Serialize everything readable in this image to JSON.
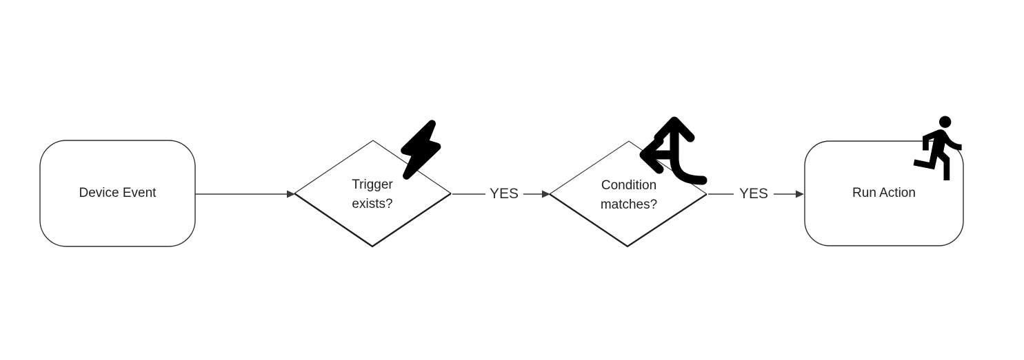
{
  "flowchart": {
    "nodes": [
      {
        "id": "device-event",
        "shape": "rounded-rectangle",
        "label": "Device Event"
      },
      {
        "id": "trigger-exists",
        "shape": "decision-diamond",
        "label": "Trigger exists?",
        "icon": "lightning-bolt-icon"
      },
      {
        "id": "condition-matches",
        "shape": "decision-diamond",
        "label": "Condition matches?",
        "icon": "directions-split-icon"
      },
      {
        "id": "run-action",
        "shape": "rounded-rectangle",
        "label": "Run Action",
        "icon": "running-person-icon"
      }
    ],
    "edges": [
      {
        "from": "device-event",
        "to": "trigger-exists",
        "label": ""
      },
      {
        "from": "trigger-exists",
        "to": "condition-matches",
        "label": "YES"
      },
      {
        "from": "condition-matches",
        "to": "run-action",
        "label": "YES"
      }
    ],
    "colors": {
      "shape_stroke": "#2d2d2d",
      "connector": "#3a3a3a",
      "icon_fill": "#000000",
      "text": "#1f1f1f",
      "canvas_background": "#ffffff"
    }
  }
}
